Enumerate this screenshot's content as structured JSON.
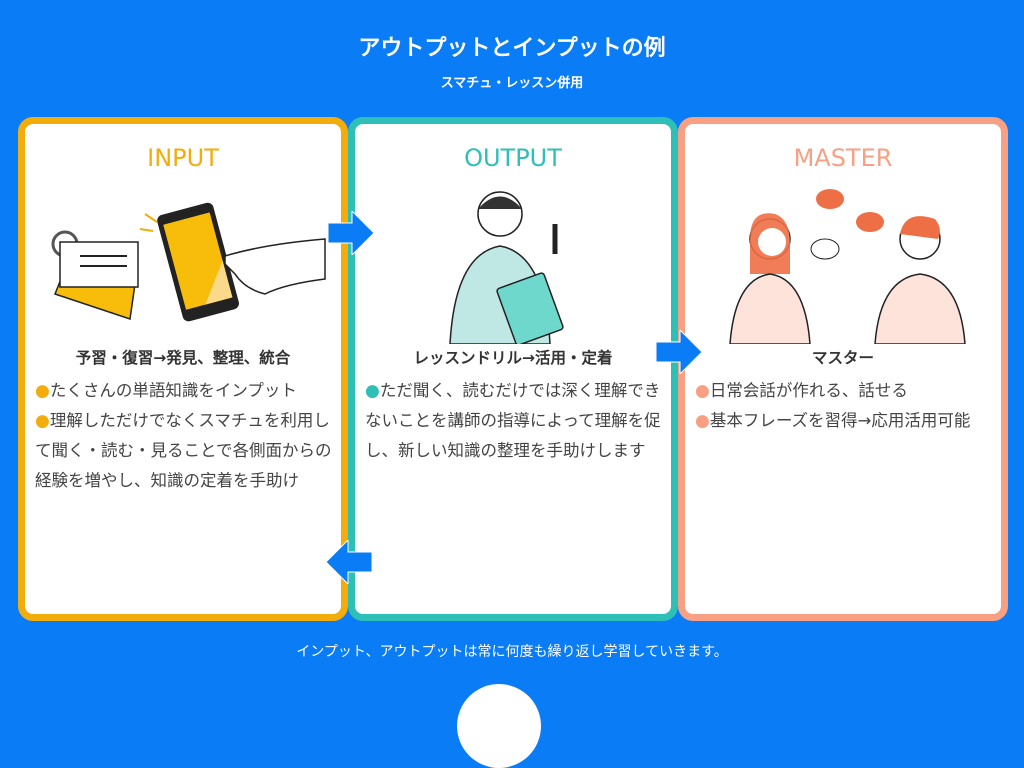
{
  "header": {
    "title": "アウトプットとインプットの例",
    "subtitle": "スマチュ・レッスン併用"
  },
  "cards": [
    {
      "heading": "INPUT",
      "subheading": "予習・復習→発見、整理、統合",
      "bullets": [
        "たくさんの単語知識をインプット",
        "理解しただけでなくスマチュを利用して聞く・読む・見ることで各側面からの経験を増やし、知識の定着を手助け"
      ],
      "color": "#f2ad0c"
    },
    {
      "heading": "OUTPUT",
      "subheading": "レッスンドリル→活用・定着",
      "bullets": [
        "ただ聞く、読むだけでは深く理解できないことを講師の指導によって理解を促し、新しい知識の整理を手助けします"
      ],
      "color": "#2ec0b6"
    },
    {
      "heading": "MASTER",
      "subheading": "マスター",
      "bullets": [
        "日常会話が作れる、話せる",
        "基本フレーズを習得→応用活用可能"
      ],
      "color": "#f7a083"
    }
  ],
  "bullet_glyph": "●",
  "footer": "インプット、アウトプットは常に何度も繰り返し学習していきます。",
  "accent": "#0a7cf6"
}
